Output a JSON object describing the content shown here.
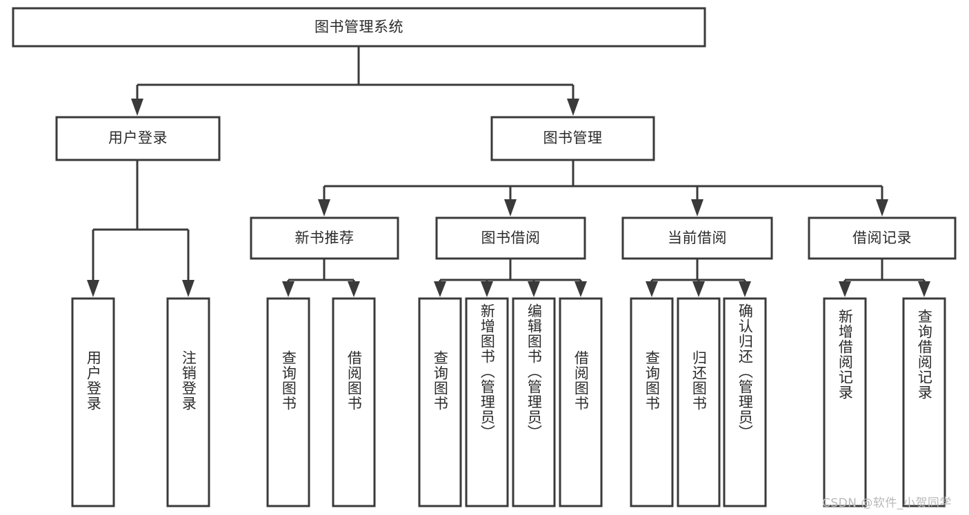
{
  "diagram": {
    "type": "hierarchy-tree",
    "title": "图书管理系统",
    "watermark": "CSDN @软件_小贺同学",
    "colors": {
      "background": "#ffffff",
      "stroke": "#3a3a3a",
      "text": "#2b2b2b",
      "watermark": "#b9b9b9"
    },
    "nodes": {
      "root": {
        "label": "图书管理系统",
        "level": 1
      },
      "level2": [
        {
          "id": "user-login",
          "label": "用户登录"
        },
        {
          "id": "book-management",
          "label": "图书管理"
        }
      ],
      "level3": [
        {
          "id": "new-book-recommend",
          "label": "新书推荐",
          "parent": "book-management"
        },
        {
          "id": "book-borrow",
          "label": "图书借阅",
          "parent": "book-management"
        },
        {
          "id": "current-borrow",
          "label": "当前借阅",
          "parent": "book-management"
        },
        {
          "id": "borrow-record",
          "label": "借阅记录",
          "parent": "book-management"
        }
      ],
      "leaves": [
        {
          "id": "leaf-user-login",
          "label": "用户登录",
          "parent": "user-login"
        },
        {
          "id": "leaf-user-logout",
          "label": "注销登录",
          "parent": "user-login"
        },
        {
          "id": "leaf-query-book-1",
          "label": "查询图书",
          "parent": "new-book-recommend"
        },
        {
          "id": "leaf-borrow-book-1",
          "label": "借阅图书",
          "parent": "new-book-recommend"
        },
        {
          "id": "leaf-query-book-2",
          "label": "查询图书",
          "parent": "book-borrow"
        },
        {
          "id": "leaf-add-book",
          "label": "新增图书（管理员）",
          "parent": "book-borrow"
        },
        {
          "id": "leaf-edit-book",
          "label": "编辑图书（管理员）",
          "parent": "book-borrow"
        },
        {
          "id": "leaf-borrow-book-2",
          "label": "借阅图书",
          "parent": "book-borrow"
        },
        {
          "id": "leaf-query-book-3",
          "label": "查询图书",
          "parent": "current-borrow"
        },
        {
          "id": "leaf-return-book",
          "label": "归还图书",
          "parent": "current-borrow"
        },
        {
          "id": "leaf-confirm-return",
          "label": "确认归还（管理员）",
          "parent": "current-borrow"
        },
        {
          "id": "leaf-add-record",
          "label": "新增借阅记录",
          "parent": "borrow-record"
        },
        {
          "id": "leaf-query-record",
          "label": "查询借阅记录",
          "parent": "borrow-record"
        }
      ]
    }
  }
}
